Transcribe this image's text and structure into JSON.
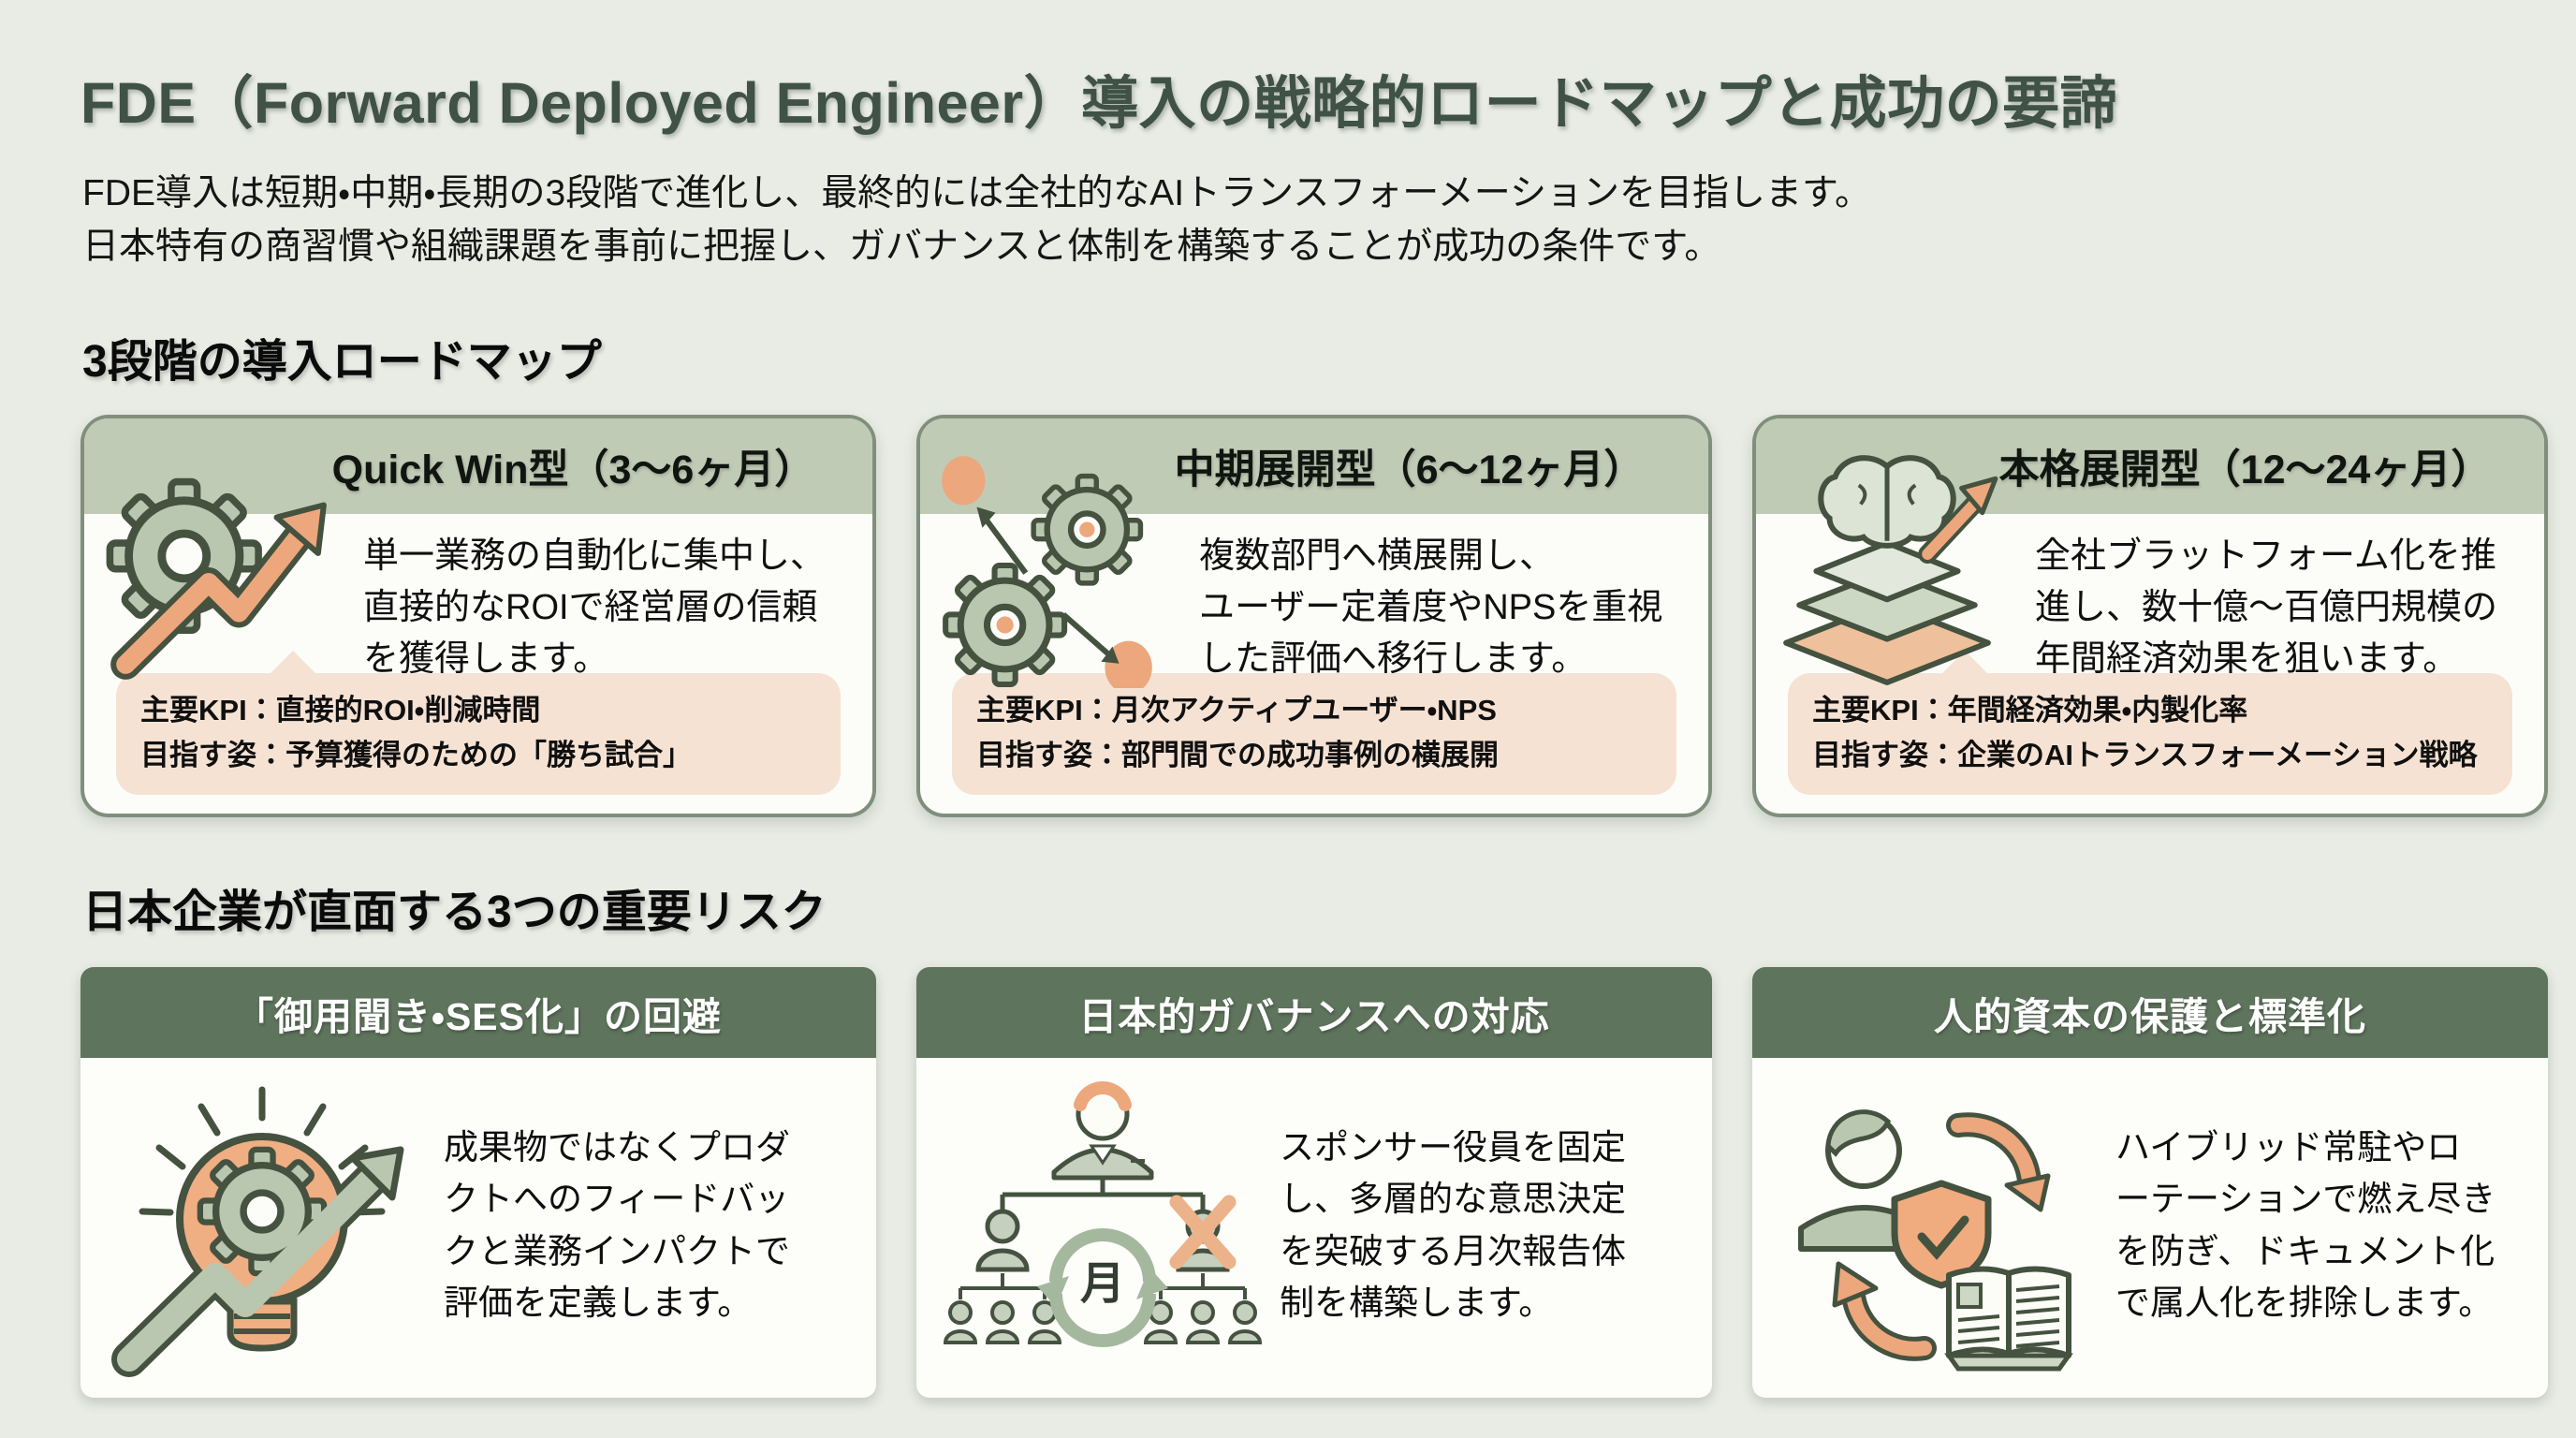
{
  "page": {
    "title": "FDE（Forward Deployed Engineer）導入の戦略的ロードマップと成功の要諦",
    "subtitle": "FDE導入は短期・中期・長期の3段階で進化し、最終的には全社的なAIトランスフォーメーションを目指します。\n日本特有の商習慣や組織課題を事前に把握し、ガバナンスと体制を構築することが成功の条件です。"
  },
  "roadmap": {
    "heading": "3段階の導入ロードマップ",
    "cards": [
      {
        "icon": "gear-growth-arrow-icon",
        "title": "Quick Win型（3〜6ヶ月）",
        "body": "単一業務の自動化に集中し、\n直接的なROIで経営層の信頼\nを獲得します。",
        "kpi": "主要KPI：直接的ROI・削減時間",
        "goal": "目指す姿：予算獲得のための「勝ち試合」"
      },
      {
        "icon": "linked-gears-network-icon",
        "title": "中期展開型（6〜12ヶ月）",
        "body": "複数部門へ横展開し、\nユーザー定着度やNPSを重視\nした評価へ移行します。",
        "kpi": "主要KPI：月次アクティプユーザー・NPS",
        "goal": "目指す姿：部門間での成功事例の横展開"
      },
      {
        "icon": "brain-platform-arrow-icon",
        "title": "本格展開型（12〜24ヶ月）",
        "body": "全社ブラットフォーム化を推\n進し、数十億〜百億円規模の\n年間経済効果を狙います。",
        "kpi": "主要KPI：年間経済効果・内製化率",
        "goal": "目指す姿：企業のAIトランスフォーメーション戦略"
      }
    ]
  },
  "risks": {
    "heading": "日本企業が直面する3つの重要リスク",
    "cards": [
      {
        "icon": "lightbulb-gear-arrow-icon",
        "title": "「御用聞き・SES化」の回避",
        "body": "成果物ではなくプロダ\nクトへのフィードバッ\nクと業務インパクトで\n評価を定義します。"
      },
      {
        "icon": "org-chart-monthly-cycle-icon",
        "title": "日本的ガバナンスへの対応",
        "body": "スポンサー役員を固定\nし、多層的な意思決定\nを突破する月次報告体\n制を構築します。",
        "month_label": "月"
      },
      {
        "icon": "person-shield-book-rotation-icon",
        "title": "人的資本の保護と標準化",
        "body": "ハイブリッド常駐やロ\nーテーションで燃え尽き\nを防ぎ、ドキュメント化\nで属人化を排除します。"
      }
    ]
  },
  "colors": {
    "page_bg": "#e8ece4",
    "card_bg": "#fcfdf9",
    "card_border": "#7f8f7c",
    "header_sage": "#c0cbb6",
    "kpi_peach": "#f5e2d3",
    "risk_header_green": "#5e745c",
    "title_green": "#3f5244",
    "accent_orange": "#eda77c",
    "accent_green": "#b9c7b0",
    "outline_dark": "#44523f"
  }
}
